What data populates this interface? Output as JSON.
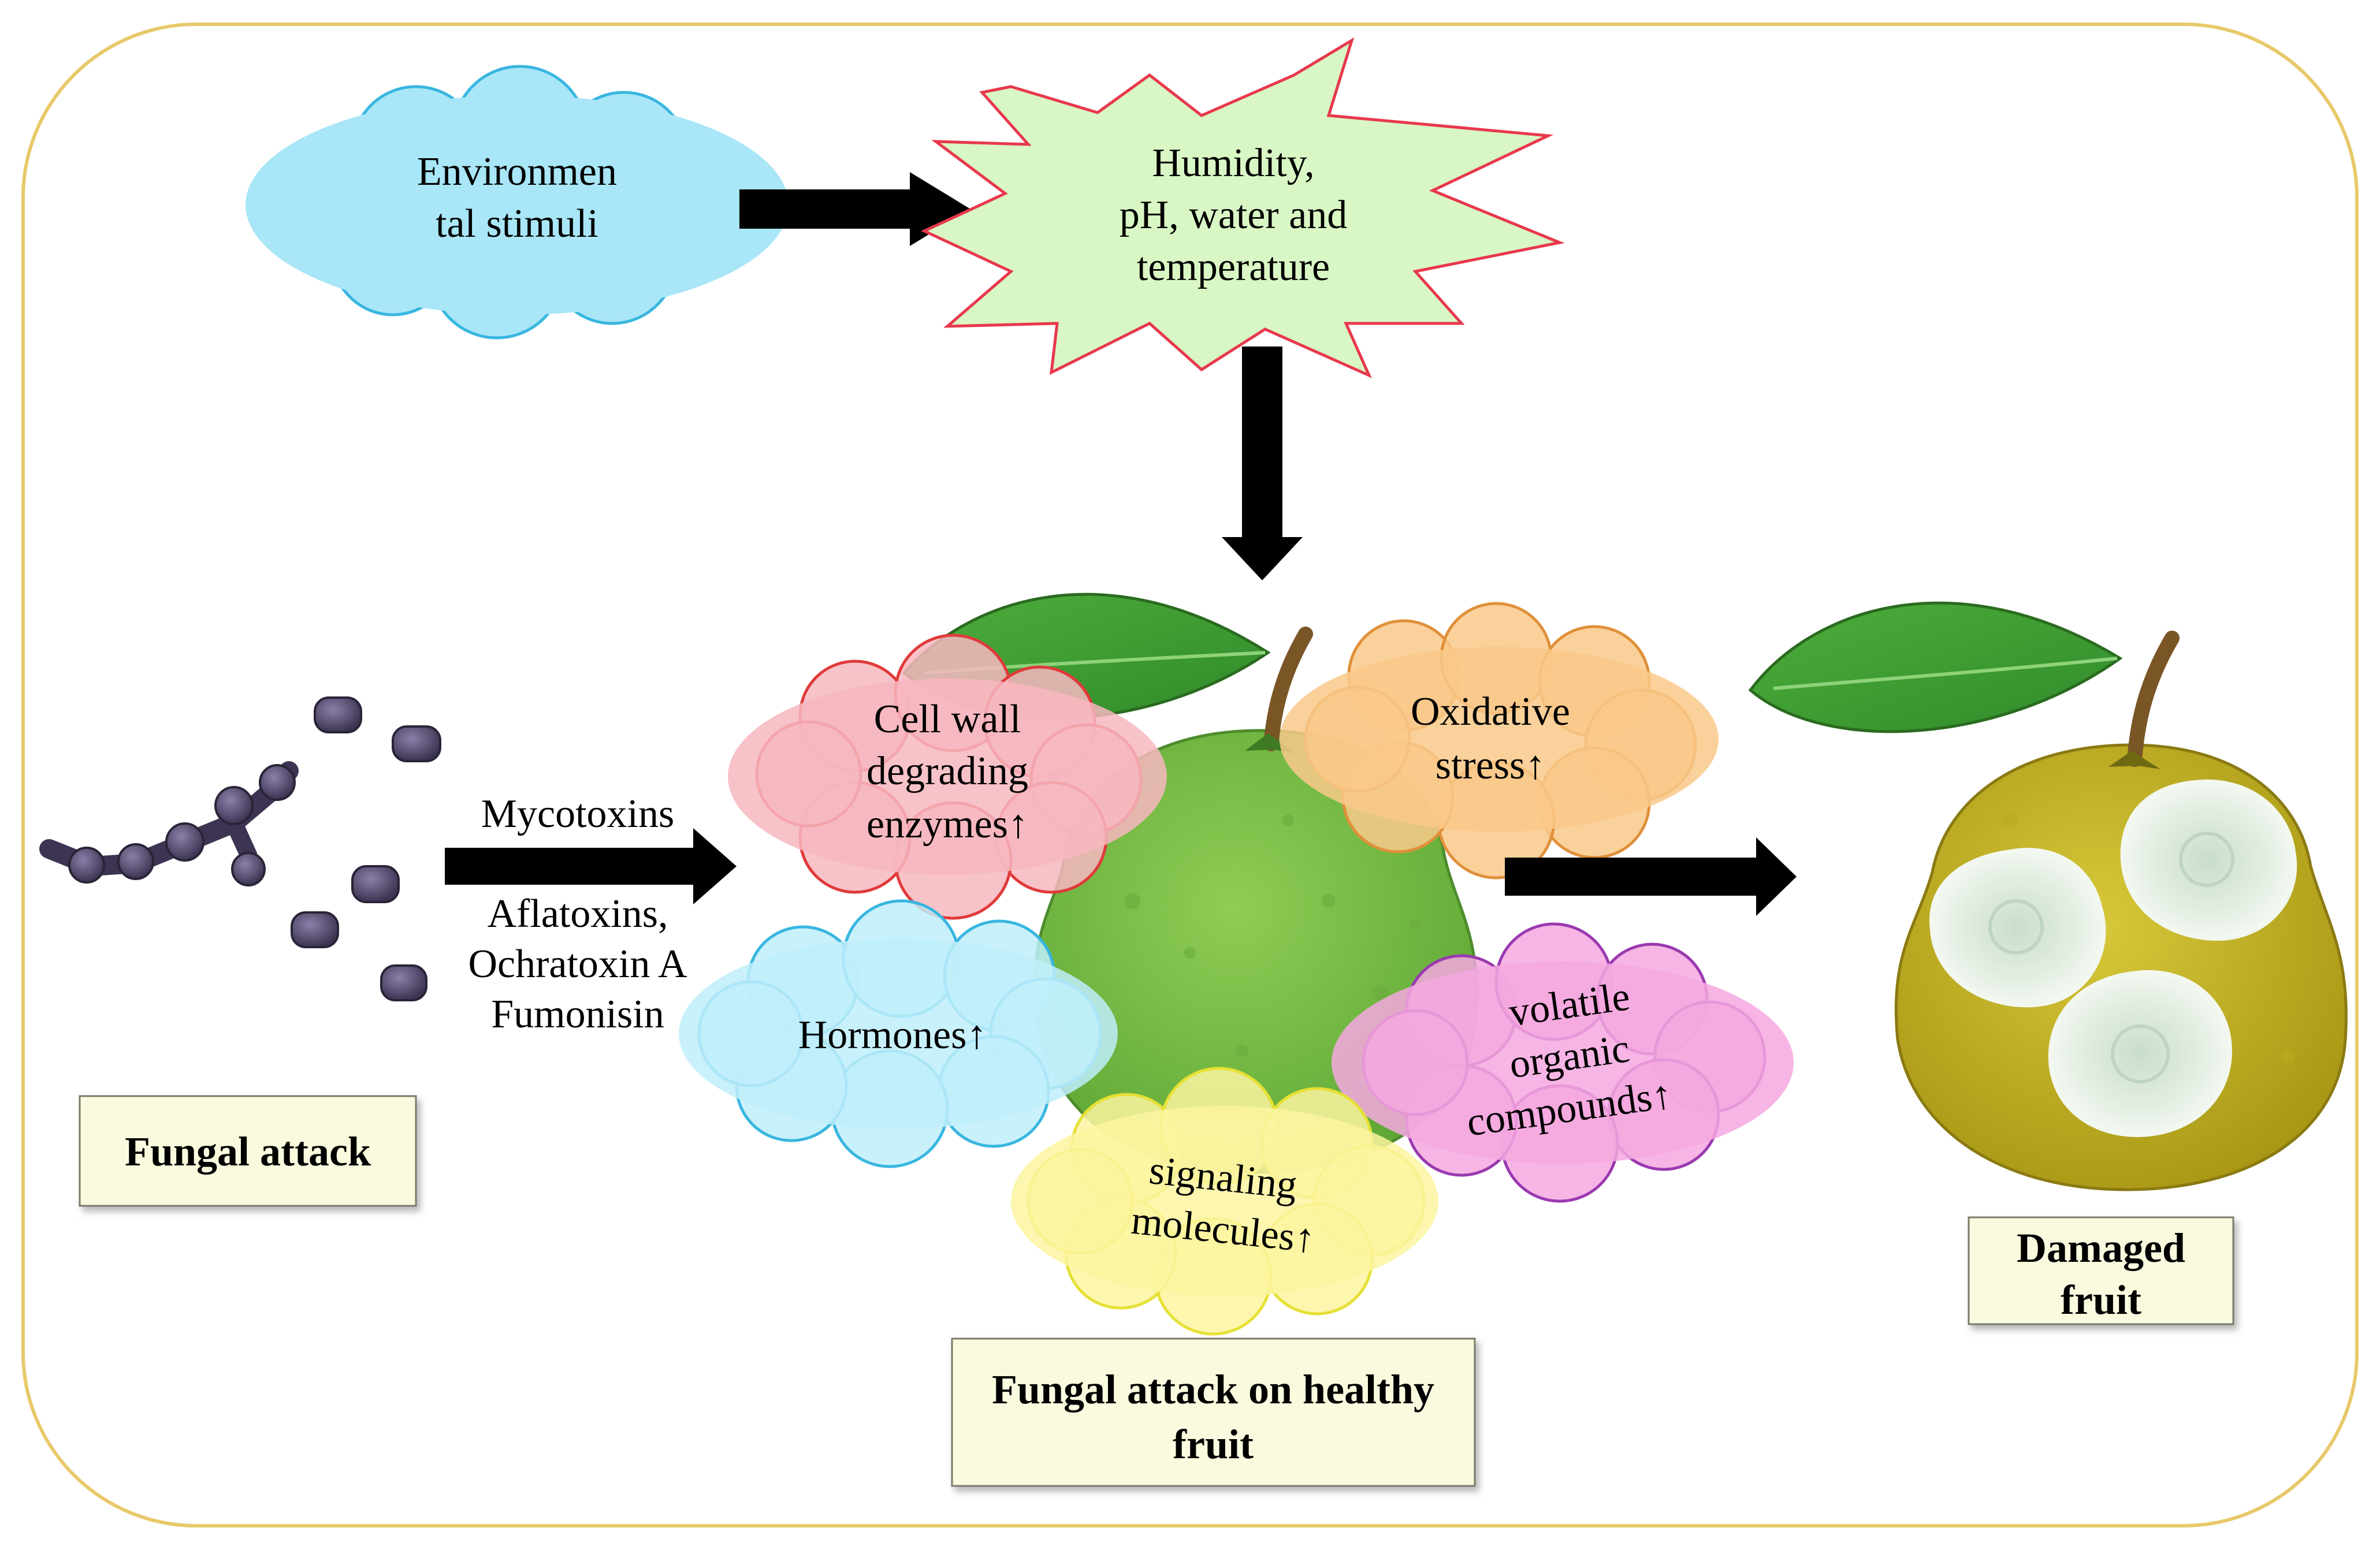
{
  "stimulus": {
    "environmental": [
      "Environmen",
      "tal stimuli"
    ],
    "factors": [
      "Humidity,",
      "pH, water and",
      "temperature"
    ]
  },
  "mycotoxins": {
    "heading": "Mycotoxins",
    "list": [
      "Aflatoxins,",
      "Ochratoxin A",
      "Fumonisin"
    ]
  },
  "responses": {
    "cell_wall": [
      "Cell wall",
      "degrading",
      "enzymes↑"
    ],
    "oxidative": [
      "Oxidative",
      "stress↑"
    ],
    "hormones": [
      "Hormones↑"
    ],
    "volatile": [
      "volatile",
      "organic",
      "compounds↑"
    ],
    "signaling": [
      "signaling",
      "molecules↑"
    ]
  },
  "captions": {
    "fungal_attack": "Fungal attack",
    "healthy_fruit": [
      "Fungal attack on healthy",
      "fruit"
    ],
    "damaged_fruit": [
      "Damaged",
      "fruit"
    ]
  },
  "colors": {
    "frame_border": "#e8c96a",
    "env_cloud": "#a9e6f7",
    "burst_fill": "#d9f7c4",
    "burst_stroke": "#e8384c",
    "cell_wall_cloud": "#f7b7c0",
    "oxidative_cloud": "#f9c98a",
    "hormones_cloud": "#bfeefa",
    "volatile_cloud": "#f5a8df",
    "signaling_cloud": "#fbf5a0",
    "healthy_fruit": "#7cc04a",
    "damaged_fruit": "#c9b825",
    "caption_box": "#fafadf"
  }
}
